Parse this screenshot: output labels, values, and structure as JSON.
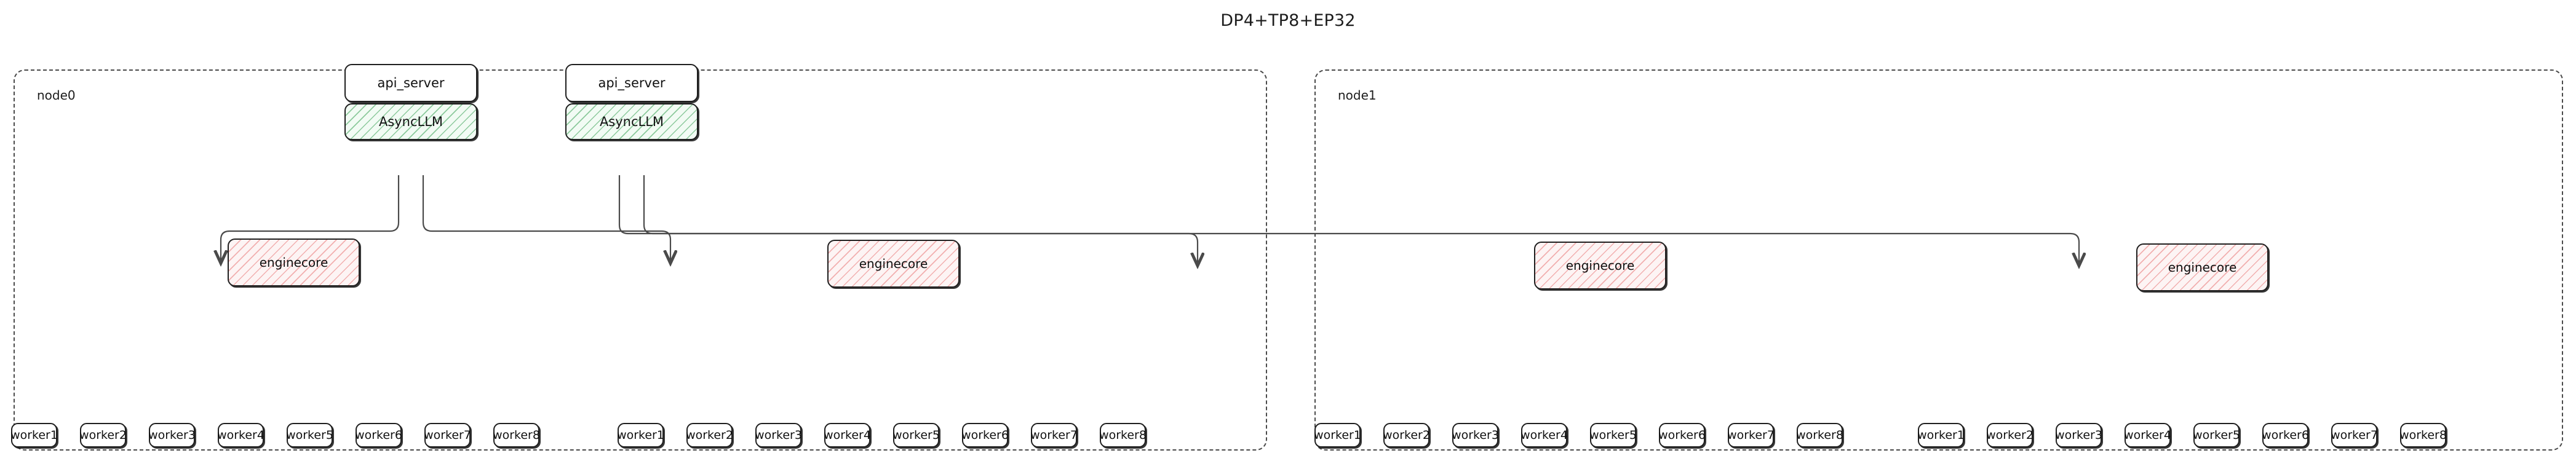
{
  "title": "DP4+TP8+EP32",
  "colors": {
    "background": "#ffffff",
    "text": "#1a1a1a",
    "cluster_border": "#4a4a4a",
    "box_border": "#1f1f1f",
    "asyncllm_fill": "#f2fbf4",
    "asyncllm_hatch": "#38a154",
    "enginecore_fill": "#fdf4f4",
    "enginecore_hatch": "#e87676",
    "edge": "#4a4a4a"
  },
  "nodes": [
    {
      "label": "node0"
    },
    {
      "label": "node1"
    }
  ],
  "api_servers": [
    {
      "label": "api_server"
    },
    {
      "label": "api_server"
    }
  ],
  "async_llms": [
    {
      "label": "AsyncLLM"
    },
    {
      "label": "AsyncLLM"
    }
  ],
  "engine_cores": [
    {
      "label": "enginecore"
    },
    {
      "label": "enginecore"
    },
    {
      "label": "enginecore"
    },
    {
      "label": "enginecore"
    }
  ],
  "worker_groups": [
    {
      "workers": [
        {
          "label": "worker1"
        },
        {
          "label": "worker2"
        },
        {
          "label": "worker3"
        },
        {
          "label": "worker4"
        },
        {
          "label": "worker5"
        },
        {
          "label": "worker6"
        },
        {
          "label": "worker7"
        },
        {
          "label": "worker8"
        }
      ]
    },
    {
      "workers": [
        {
          "label": "worker1"
        },
        {
          "label": "worker2"
        },
        {
          "label": "worker3"
        },
        {
          "label": "worker4"
        },
        {
          "label": "worker5"
        },
        {
          "label": "worker6"
        },
        {
          "label": "worker7"
        },
        {
          "label": "worker8"
        }
      ]
    },
    {
      "workers": [
        {
          "label": "worker1"
        },
        {
          "label": "worker2"
        },
        {
          "label": "worker3"
        },
        {
          "label": "worker4"
        },
        {
          "label": "worker5"
        },
        {
          "label": "worker6"
        },
        {
          "label": "worker7"
        },
        {
          "label": "worker8"
        }
      ]
    },
    {
      "workers": [
        {
          "label": "worker1"
        },
        {
          "label": "worker2"
        },
        {
          "label": "worker3"
        },
        {
          "label": "worker4"
        },
        {
          "label": "worker5"
        },
        {
          "label": "worker6"
        },
        {
          "label": "worker7"
        },
        {
          "label": "worker8"
        }
      ]
    }
  ]
}
